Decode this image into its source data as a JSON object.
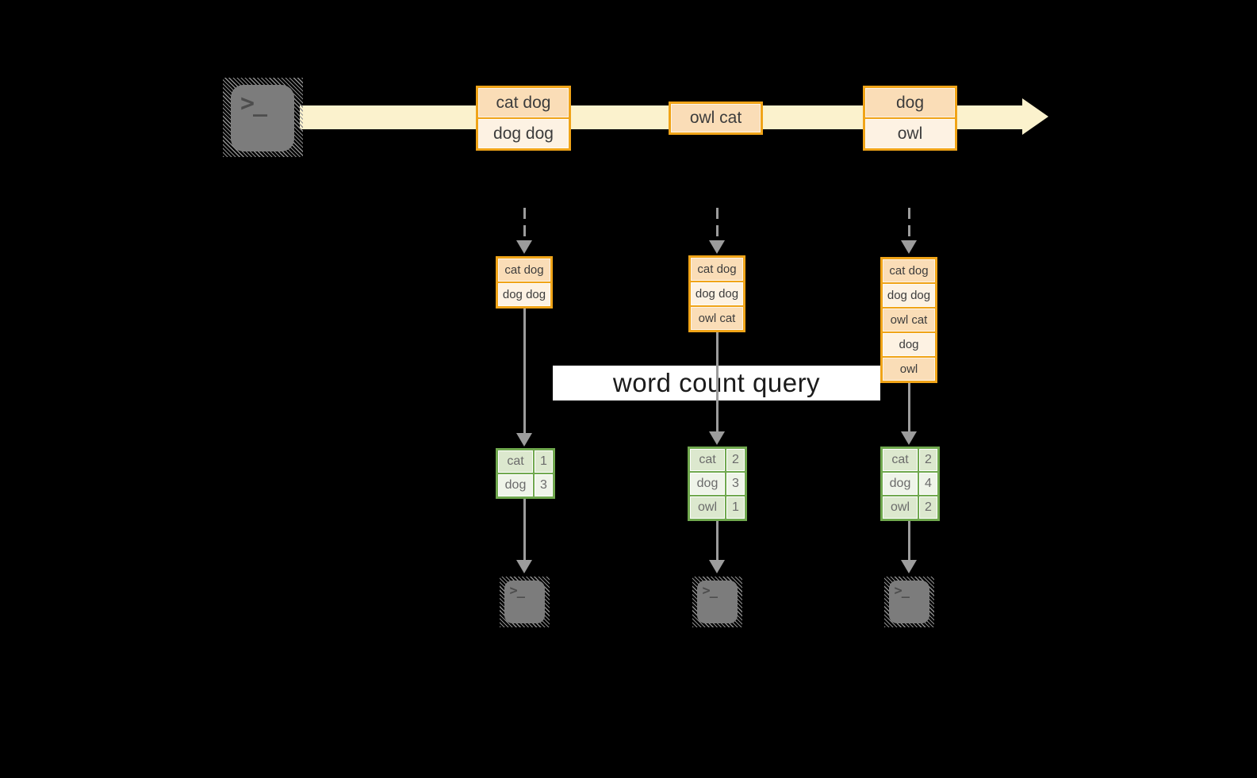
{
  "title_banner": {
    "label": "word count query"
  },
  "icons": {
    "terminal_glyph": ">_"
  },
  "colors": {
    "stream-band": "#FBF2CD",
    "cell-dark": "#FADDB7",
    "cell-light": "#FDF2E3",
    "orange-border": "#F0A418",
    "green-border": "#70A84E",
    "green-dark": "#DCE8CE",
    "green-light": "#EFF4E9",
    "arrow-gray": "#9C9C9C",
    "terminal-gray": "#7C7C7C",
    "hatch-gray": "#8F8F8F",
    "box-text": "#3C3C3C",
    "table-text": "#6B6B6B",
    "title-text": "#1B1B1B"
  },
  "stream": {
    "messages": [
      {
        "lines": [
          "cat dog",
          "dog dog"
        ]
      },
      {
        "lines": [
          "owl cat"
        ]
      },
      {
        "lines": [
          "dog",
          "owl"
        ]
      }
    ]
  },
  "columns": [
    {
      "buffer": [
        "cat dog",
        "dog dog"
      ],
      "counts": [
        {
          "word": "cat",
          "count": "1"
        },
        {
          "word": "dog",
          "count": "3"
        }
      ]
    },
    {
      "buffer": [
        "cat dog",
        "dog dog",
        "owl cat"
      ],
      "counts": [
        {
          "word": "cat",
          "count": "2"
        },
        {
          "word": "dog",
          "count": "3"
        },
        {
          "word": "owl",
          "count": "1"
        }
      ]
    },
    {
      "buffer": [
        "cat dog",
        "dog dog",
        "owl cat",
        "dog",
        "owl"
      ],
      "counts": [
        {
          "word": "cat",
          "count": "2"
        },
        {
          "word": "dog",
          "count": "4"
        },
        {
          "word": "owl",
          "count": "2"
        }
      ]
    }
  ]
}
